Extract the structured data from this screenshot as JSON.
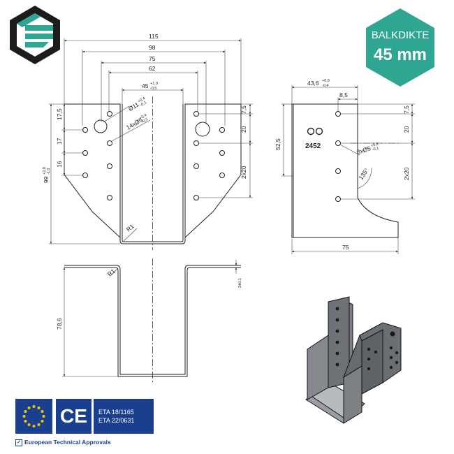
{
  "badge": {
    "label": "BALKDIKTE",
    "value": "45 mm",
    "color": "#2fa692"
  },
  "logo": {
    "icon": "hexagon-stripes-logo",
    "colors": [
      "#1c1c1c",
      "#2fa692"
    ]
  },
  "front_view": {
    "widths": [
      "115",
      "98",
      "75",
      "62"
    ],
    "inner_width": "45",
    "inner_tol_upper": "+1,0",
    "inner_tol_lower": "-0,5",
    "hole_large": "Ø11",
    "hole_large_tol_upper": "+0,4",
    "hole_large_tol_lower": "-0,1",
    "hole_small": "14xØ5",
    "hole_small_tol_upper": "+0,4",
    "hole_small_tol_lower": "-0,1",
    "left_v1": "17,5",
    "left_v2": "17",
    "left_v3": "16",
    "height": "99",
    "height_tol_upper": "+2,0",
    "height_tol_lower": "-1,0",
    "right_v1": "7,5",
    "right_v2": "20",
    "right_v3": "2x20",
    "radius": "R1"
  },
  "side_view": {
    "top_width": "43,6",
    "top_tol_upper": "+0,9",
    "top_tol_lower": "-0,4",
    "offset": "8,5",
    "height": "52,5",
    "right_v1": "7,5",
    "right_v2": "20",
    "right_v3": "2x20",
    "hole_small": "8xØ5",
    "hole_small_tol_upper": "+0,4",
    "hole_small_tol_lower": "-0,1",
    "angle": "135°",
    "stamp": "2452",
    "base_length": "75"
  },
  "bottom_view": {
    "depth": "78,6",
    "radius": "R1",
    "thickness": "2±0,1"
  },
  "certifications": {
    "eu_flag": "eu-flag-icon",
    "ce_mark": "CE",
    "eta_lines": [
      "ETA 18/1165",
      "ETA 22/0631"
    ],
    "approvals_label": "European Technical Approvals",
    "brand_color": "#1a3f8f"
  }
}
